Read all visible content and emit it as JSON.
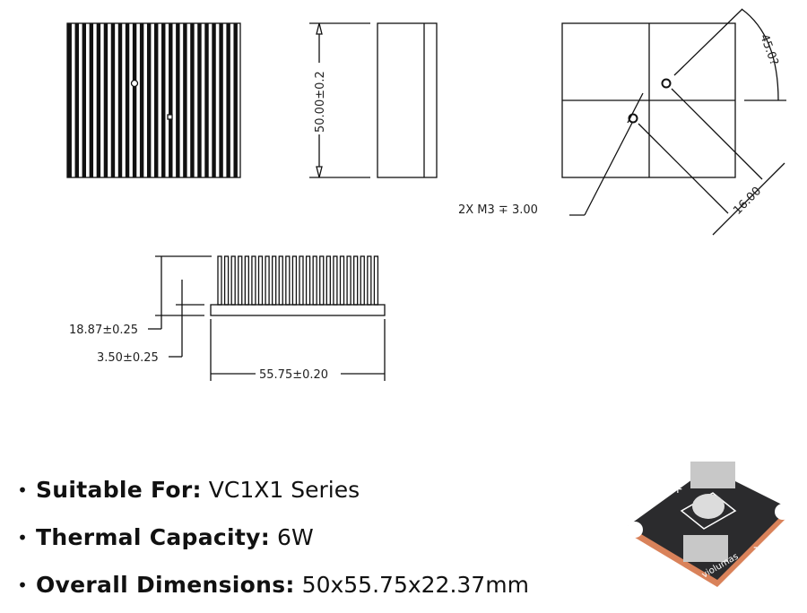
{
  "drawing": {
    "height_dim": "50.00±0.2",
    "angle_dim": "45.0?",
    "spacing_dim": "16.00",
    "hole_note": "2X M3 ∓ 3.00",
    "fin_height_dim": "18.87±0.25",
    "base_thickness_dim": "3.50±0.25",
    "width_dim": "55.75±0.20",
    "fin_count": 24
  },
  "specs": [
    {
      "label": "Suitable For:",
      "value": "VC1X1 Series"
    },
    {
      "label": "Thermal Capacity:",
      "value": "6W"
    },
    {
      "label": "Overall Dimensions:",
      "value": "50x55.75x22.37mm"
    }
  ],
  "product": {
    "brand": "violumas",
    "plus": "+",
    "minus": "-",
    "board_color": "#2b2b2d",
    "copper_color": "#d9825a"
  }
}
